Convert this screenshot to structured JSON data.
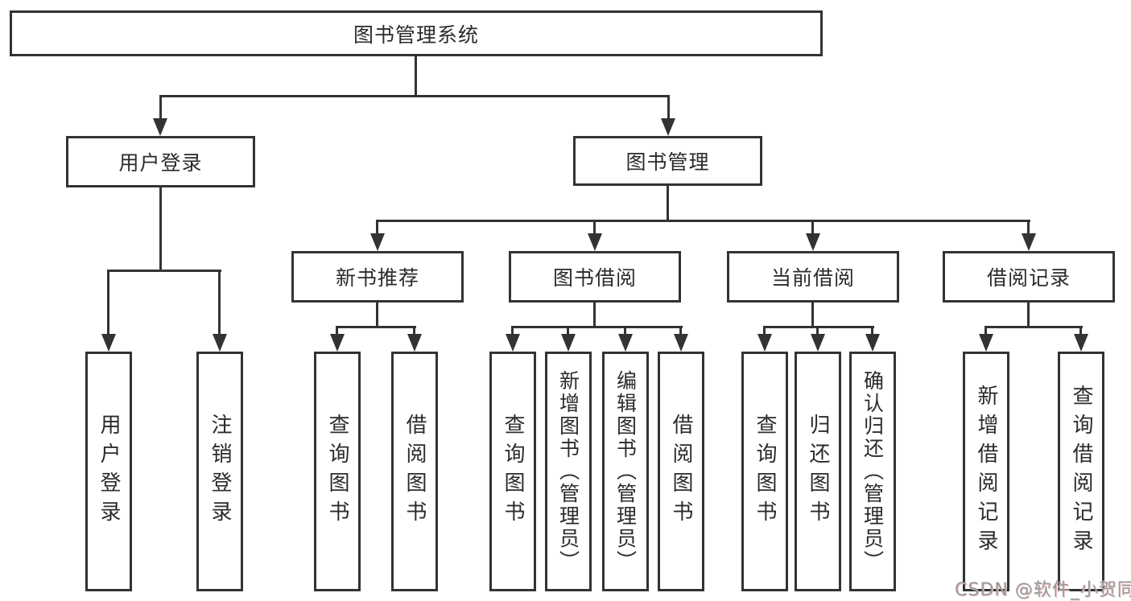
{
  "tree": {
    "root": "图书管理系统",
    "user_branch": {
      "label": "用户登录",
      "children": [
        "用户登录",
        "注销登录"
      ]
    },
    "book_branch": {
      "label": "图书管理",
      "groups": [
        {
          "label": "新书推荐",
          "children": [
            "查询图书",
            "借阅图书"
          ]
        },
        {
          "label": "图书借阅",
          "children": [
            "查询图书",
            "新增图书（管理员）",
            "编辑图书（管理员）",
            "借阅图书"
          ]
        },
        {
          "label": "当前借阅",
          "children": [
            "查询图书",
            "归还图书",
            "确认归还（管理员）"
          ]
        },
        {
          "label": "借阅记录",
          "children": [
            "新增借阅记录",
            "查询借阅记录"
          ]
        }
      ]
    }
  },
  "watermark": "CSDN @软件_小贺同学",
  "colors": {
    "line": "#333333",
    "text": "#2b2b2b",
    "watermark": "#9b9b9b",
    "background": "#ffffff"
  }
}
